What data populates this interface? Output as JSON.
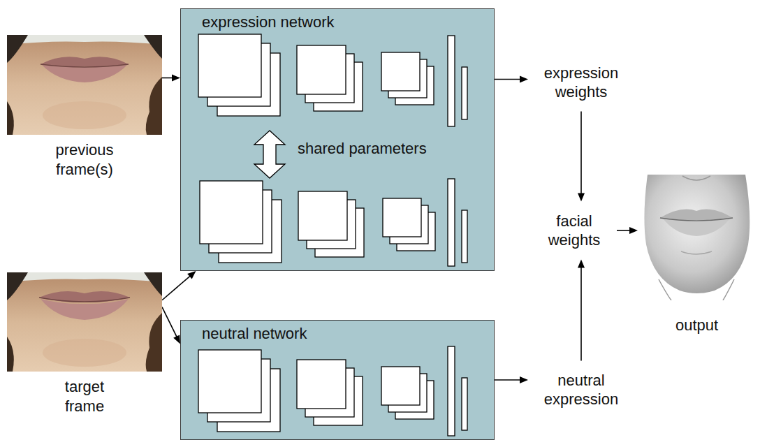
{
  "diagram": {
    "nodes": [
      {
        "text": [
          "previous frame(s)"
        ]
      },
      {
        "text": [
          "expression network"
        ]
      },
      {
        "text": [
          "expression weights"
        ]
      },
      {
        "text": [
          "facial weights"
        ]
      },
      {
        "text": [
          "output"
        ]
      },
      {
        "text": [
          "target frame"
        ]
      },
      {
        "text": [
          "neutral network"
        ]
      },
      {
        "text": [
          "neutral expression"
        ]
      }
    ],
    "edges": [
      {
        "from": 0,
        "to": 1,
        "arrow": "to"
      },
      {
        "from": 5,
        "to": 1,
        "arrow": "to"
      },
      {
        "from": 5,
        "to": 6,
        "arrow": "to"
      },
      {
        "from": 1,
        "to": 2,
        "arrow": "to"
      },
      {
        "from": 2,
        "to": 3,
        "arrow": "to"
      },
      {
        "from": 7,
        "to": 3,
        "arrow": "to"
      },
      {
        "from": 3,
        "to": 4,
        "arrow": "to"
      },
      {
        "from": 6,
        "to": 7,
        "arrow": "to"
      }
    ],
    "labels": [
      "shared parameters"
    ]
  }
}
